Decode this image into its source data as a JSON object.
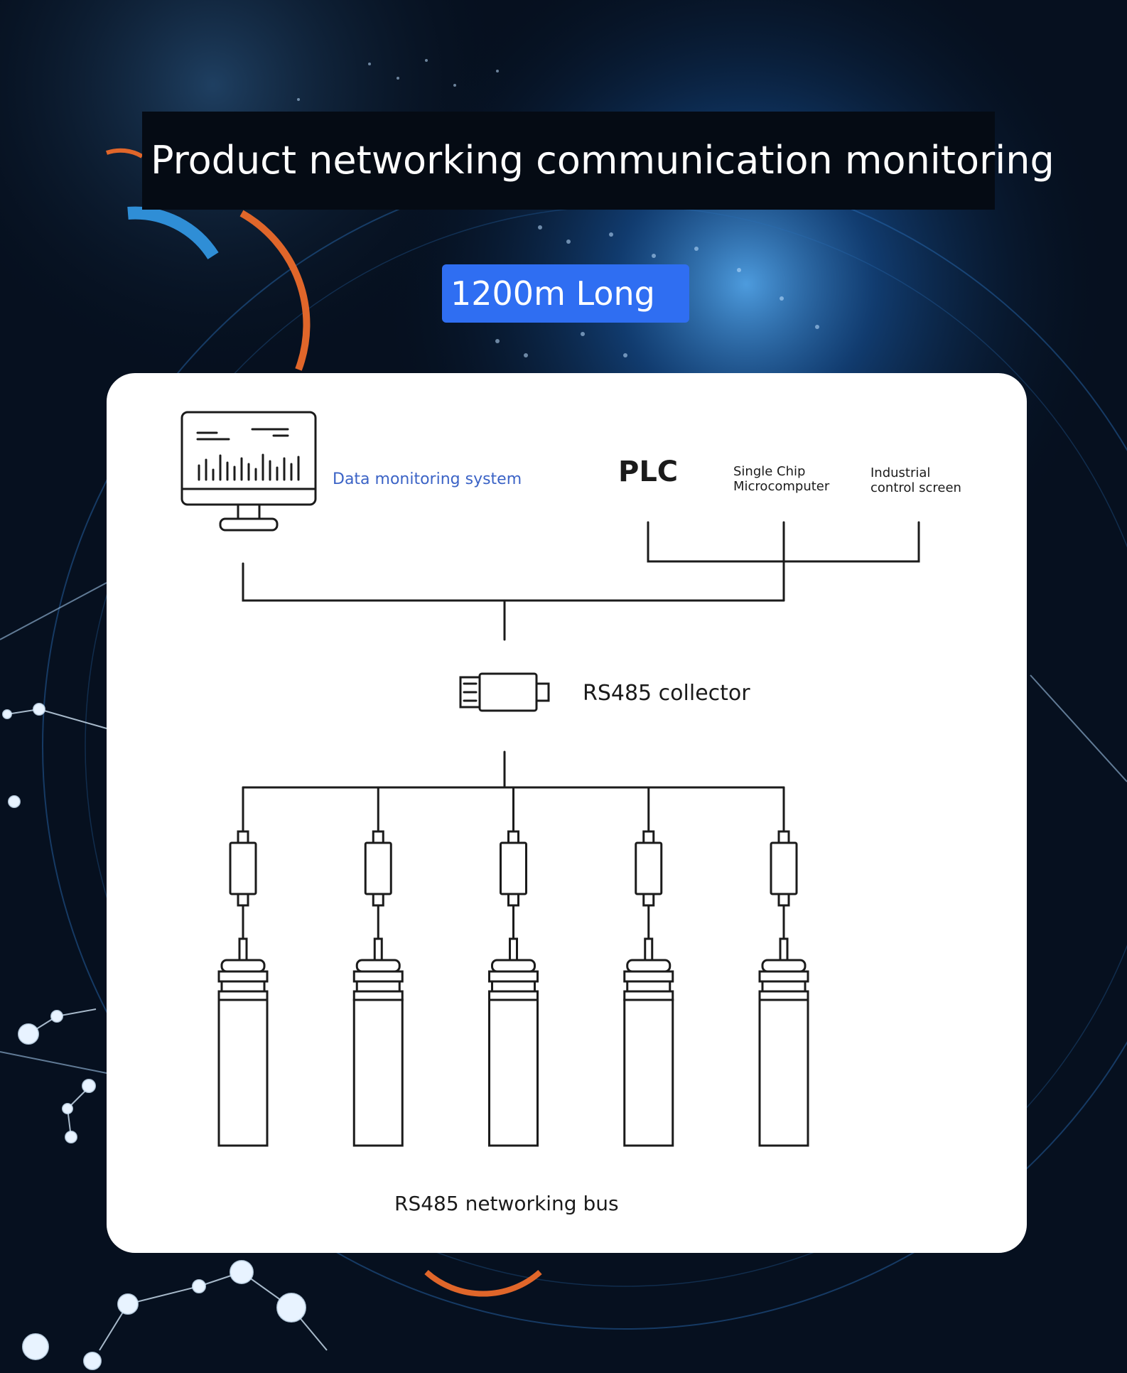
{
  "title": "Product networking communication monitoring",
  "badge": "1200m Long",
  "labels": {
    "monitor": "Data monitoring system",
    "plc": "PLC",
    "scm_line1": "Single Chip",
    "scm_line2": "Microcomputer",
    "ics_line1": "Industrial",
    "ics_line2": "control screen",
    "collector": "RS485 collector",
    "bus": "RS485 networking bus"
  },
  "colors": {
    "badge": "#2f6ef2",
    "monitor_label": "#3b63c6",
    "background": "#06101f",
    "card": "#ffffff",
    "line": "#1b1b1b"
  },
  "icons": {
    "monitor": "monitor-chart-icon",
    "collector": "rs485-collector-icon",
    "sensor": "sensor-probe-icon"
  },
  "sensor_count": 5
}
